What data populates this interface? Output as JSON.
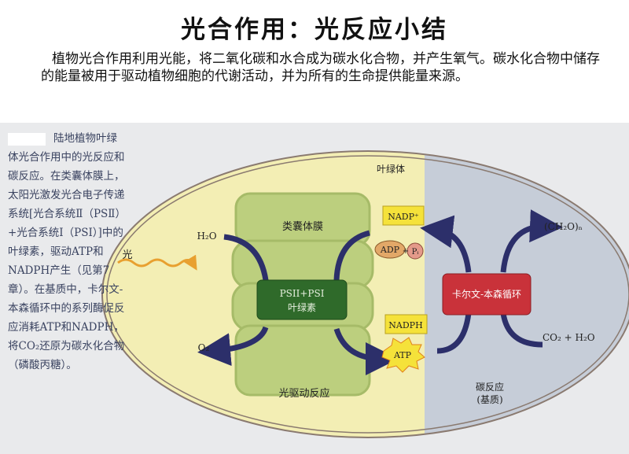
{
  "slide": {
    "title": "光合作用：光反应小结",
    "intro": "植物光合作用利用光能，将二氧化碳和水合成为碳水化合物，并产生氧气。碳水化合物中储存的能量被用于驱动植物细胞的代谢活动，并为所有的生命提供能量来源。"
  },
  "figure": {
    "caption": "陆地植物叶绿体光合作用中的光反应和碳反应。在类囊体膜上，太阳光激发光合电子传递系统[光合系统Ⅱ（PSⅡ）+光合系统Ⅰ（PSⅠ）]中的叶绿素，驱动ATP和NADPH产生（见第7章）。在基质中，卡尔文-本森循环中的系列酶促反应消耗ATP和NADPH，将CO₂还原为碳水化合物（磷酸丙糖）。",
    "labels": {
      "chloroplast": "叶绿体",
      "thylakoid": "类囊体膜",
      "light": "光",
      "h2o": "H₂O",
      "o2": "O₂",
      "ps_line1": "PSII+PSI",
      "ps_line2": "叶绿素",
      "nadp": "NADP⁺",
      "adp": "ADP",
      "plus": "+",
      "pi": "Pᵢ",
      "nadph": "NADPH",
      "atp": "ATP",
      "calvin": "卡尔文-本森循环",
      "ch2o": "(CH₂O)ₙ",
      "co2_h2o": "CO₂ + H₂O",
      "light_reaction": "光驱动反应",
      "carbon_reaction_1": "碳反应",
      "carbon_reaction_2": "(基质)"
    },
    "colors": {
      "light_side": "#f3eeb4",
      "stroma_side": "#c6cdd8",
      "thylakoid": "#bccf7e",
      "ps_box": "#2f6a2a",
      "calvin_box": "#c9323a",
      "arrow": "#2c2f6a",
      "light_arrow": "#e8a030",
      "tag_yellow": "#f5e23a"
    }
  }
}
